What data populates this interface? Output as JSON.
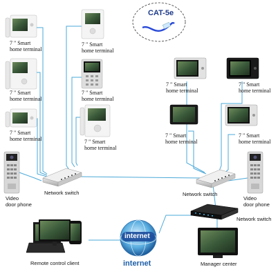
{
  "cable": {
    "label": "CAT-5e"
  },
  "terminals": {
    "left_col1": [
      "7 \" Smart\nhome terminal",
      "7 \" Smart\nhome terminal",
      "7 \" Smart\nhome terminal"
    ],
    "left_col2": [
      "7 \" Smart\nhome terminal",
      "7 \" Smart\nhome terminal",
      "7 \" Smart\nhome terminal"
    ],
    "right_top": [
      "7 \" Smart\nhome terminal",
      "7 \" Smart\nhome terminal"
    ],
    "right_bottom": [
      "7 \" Smart\nhome terminal",
      "7 \" Smart\nhome terminal"
    ]
  },
  "door_phone_left": "Video\ndoor phone",
  "door_phone_right": "Video\ndoor phone",
  "switch_left": "Network switch",
  "switch_right": "Network switch",
  "switch_core": "Network switch",
  "remote_client": "Remote control client",
  "internet_logo": "internet",
  "internet_label": "internet",
  "manager_center": "Manager center",
  "colors": {
    "cable": "#4aa8d8",
    "screen": "#3a4a3a",
    "device_white": "#f2f2f2",
    "device_black": "#1a1a1a"
  }
}
